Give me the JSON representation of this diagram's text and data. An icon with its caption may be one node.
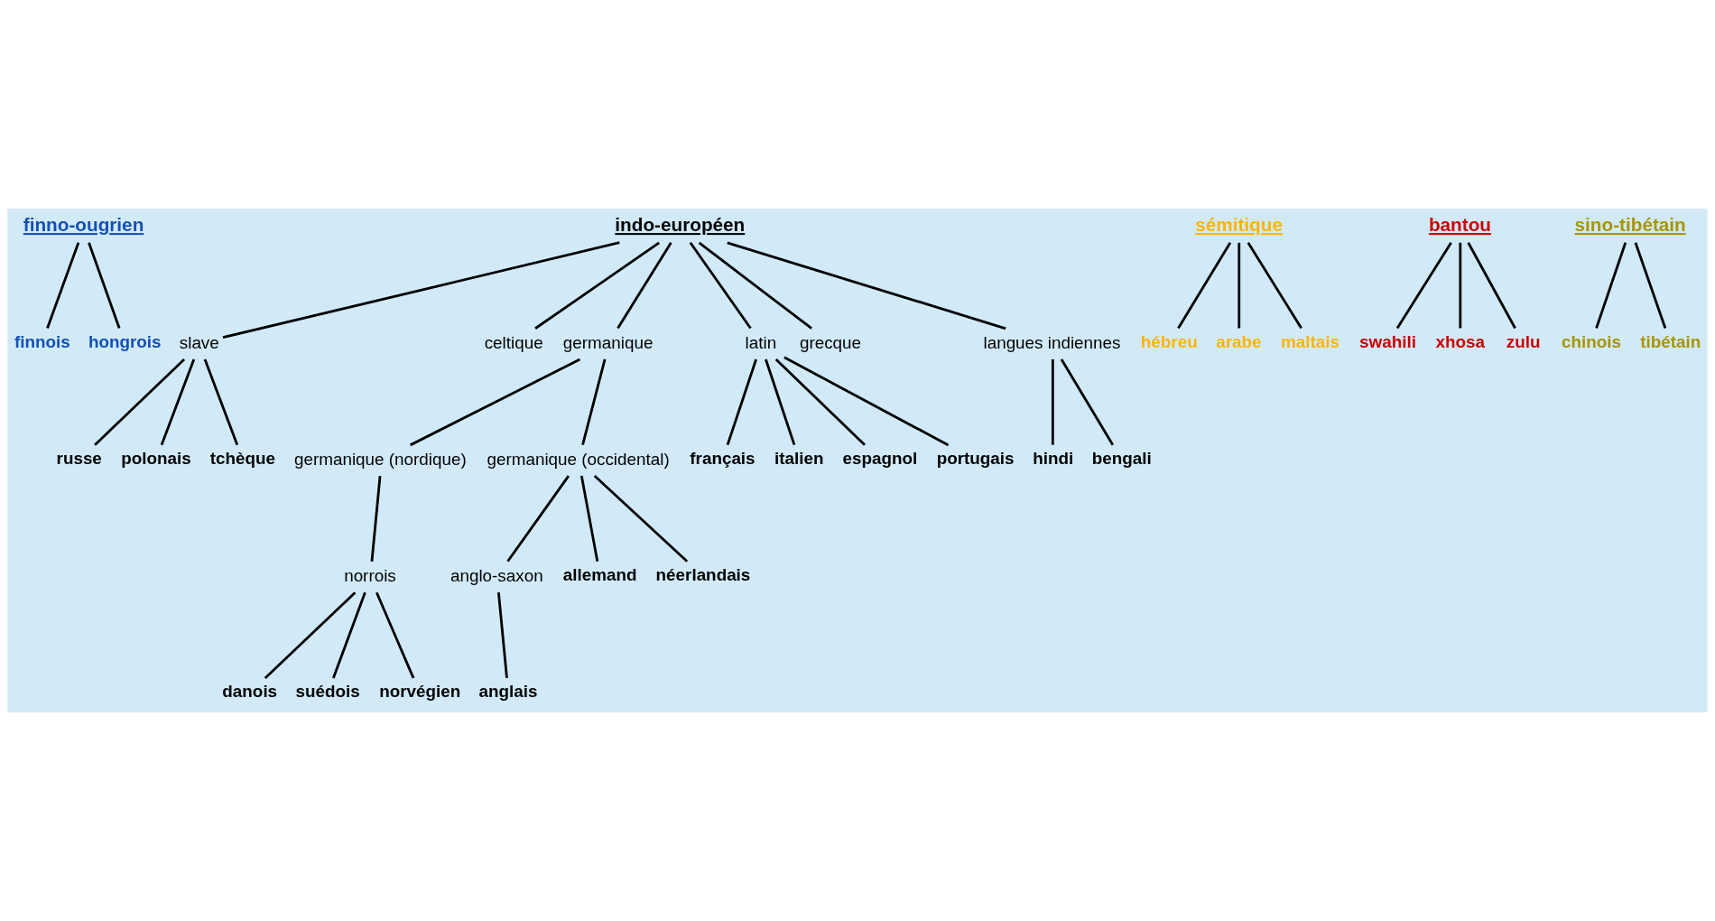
{
  "diagram": {
    "nodes": [
      {
        "text": [
          "finno-ougrien"
        ]
      },
      {
        "text": [
          "indo-européen"
        ]
      },
      {
        "text": [
          "sémitique"
        ]
      },
      {
        "text": [
          "bantou"
        ]
      },
      {
        "text": [
          "sino-tibétain"
        ]
      },
      {
        "text": [
          "slave"
        ]
      },
      {
        "text": [
          "celtique"
        ]
      },
      {
        "text": [
          "germanique"
        ]
      },
      {
        "text": [
          "latin"
        ]
      },
      {
        "text": [
          "grecque"
        ]
      },
      {
        "text": [
          "langues indiennes"
        ]
      },
      {
        "text": [
          "swahili"
        ]
      },
      {
        "text": [
          "xhosa"
        ]
      },
      {
        "text": [
          "zulu"
        ]
      },
      {
        "text": [
          "hindi"
        ]
      },
      {
        "text": [
          "bengali"
        ]
      },
      {
        "text": [
          "hébreu"
        ]
      },
      {
        "text": [
          "arabe"
        ]
      },
      {
        "text": [
          "maltais"
        ]
      },
      {
        "text": [
          "chinois"
        ]
      },
      {
        "text": [
          "tibétain"
        ]
      },
      {
        "text": [
          "germanique (nordique)"
        ]
      },
      {
        "text": [
          "germanique (occidental)"
        ]
      },
      {
        "text": [
          "finnois"
        ]
      },
      {
        "text": [
          "hongrois"
        ]
      },
      {
        "text": [
          "anglo-saxon"
        ]
      },
      {
        "text": [
          "norrois"
        ]
      },
      {
        "text": [
          "allemand"
        ]
      },
      {
        "text": [
          "néerlandais"
        ]
      },
      {
        "text": [
          "anglais"
        ]
      },
      {
        "text": [
          "russe"
        ]
      },
      {
        "text": [
          "polonais"
        ]
      },
      {
        "text": [
          "tchèque"
        ]
      },
      {
        "text": [
          "français"
        ]
      },
      {
        "text": [
          "italien"
        ]
      },
      {
        "text": [
          "espagnol"
        ]
      },
      {
        "text": [
          "portugais"
        ]
      },
      {
        "text": [
          "danois"
        ]
      },
      {
        "text": [
          "suédois"
        ]
      },
      {
        "text": [
          "norvégien"
        ]
      }
    ],
    "edges": [
      {
        "from": 0,
        "to": 24,
        "arrow": "none"
      },
      {
        "from": 0,
        "to": 23,
        "arrow": "none"
      },
      {
        "from": 1,
        "to": 5,
        "arrow": "none"
      },
      {
        "from": 1,
        "to": 6,
        "arrow": "none"
      },
      {
        "from": 1,
        "to": 7,
        "arrow": "none"
      },
      {
        "from": 1,
        "to": 8,
        "arrow": "none"
      },
      {
        "from": 1,
        "to": 9,
        "arrow": "none"
      },
      {
        "from": 1,
        "to": 10,
        "arrow": "none"
      },
      {
        "from": 2,
        "to": 17,
        "arrow": "none"
      },
      {
        "from": 2,
        "to": 18,
        "arrow": "none"
      },
      {
        "from": 2,
        "to": 16,
        "arrow": "none"
      },
      {
        "from": 3,
        "to": 11,
        "arrow": "none"
      },
      {
        "from": 3,
        "to": 12,
        "arrow": "none"
      },
      {
        "from": 3,
        "to": 13,
        "arrow": "none"
      },
      {
        "from": 4,
        "to": 19,
        "arrow": "none"
      },
      {
        "from": 4,
        "to": 20,
        "arrow": "none"
      },
      {
        "from": 10,
        "to": 14,
        "arrow": "none"
      },
      {
        "from": 10,
        "to": 15,
        "arrow": "none"
      },
      {
        "from": 7,
        "to": 21,
        "arrow": "none"
      },
      {
        "from": 7,
        "to": 22,
        "arrow": "none"
      },
      {
        "from": 21,
        "to": 26,
        "arrow": "none"
      },
      {
        "from": 26,
        "to": 37,
        "arrow": "none"
      },
      {
        "from": 26,
        "to": 38,
        "arrow": "none"
      },
      {
        "from": 26,
        "to": 39,
        "arrow": "none"
      },
      {
        "from": 22,
        "to": 27,
        "arrow": "none"
      },
      {
        "from": 22,
        "to": 28,
        "arrow": "none"
      },
      {
        "from": 22,
        "to": 25,
        "arrow": "none"
      },
      {
        "from": 25,
        "to": 29,
        "arrow": "none"
      },
      {
        "from": 5,
        "to": 30,
        "arrow": "none"
      },
      {
        "from": 5,
        "to": 31,
        "arrow": "none"
      },
      {
        "from": 5,
        "to": 32,
        "arrow": "none"
      },
      {
        "from": 8,
        "to": 33,
        "arrow": "none"
      },
      {
        "from": 8,
        "to": 34,
        "arrow": "none"
      },
      {
        "from": 8,
        "to": 35,
        "arrow": "none"
      },
      {
        "from": 8,
        "to": 36,
        "arrow": "none"
      }
    ]
  }
}
